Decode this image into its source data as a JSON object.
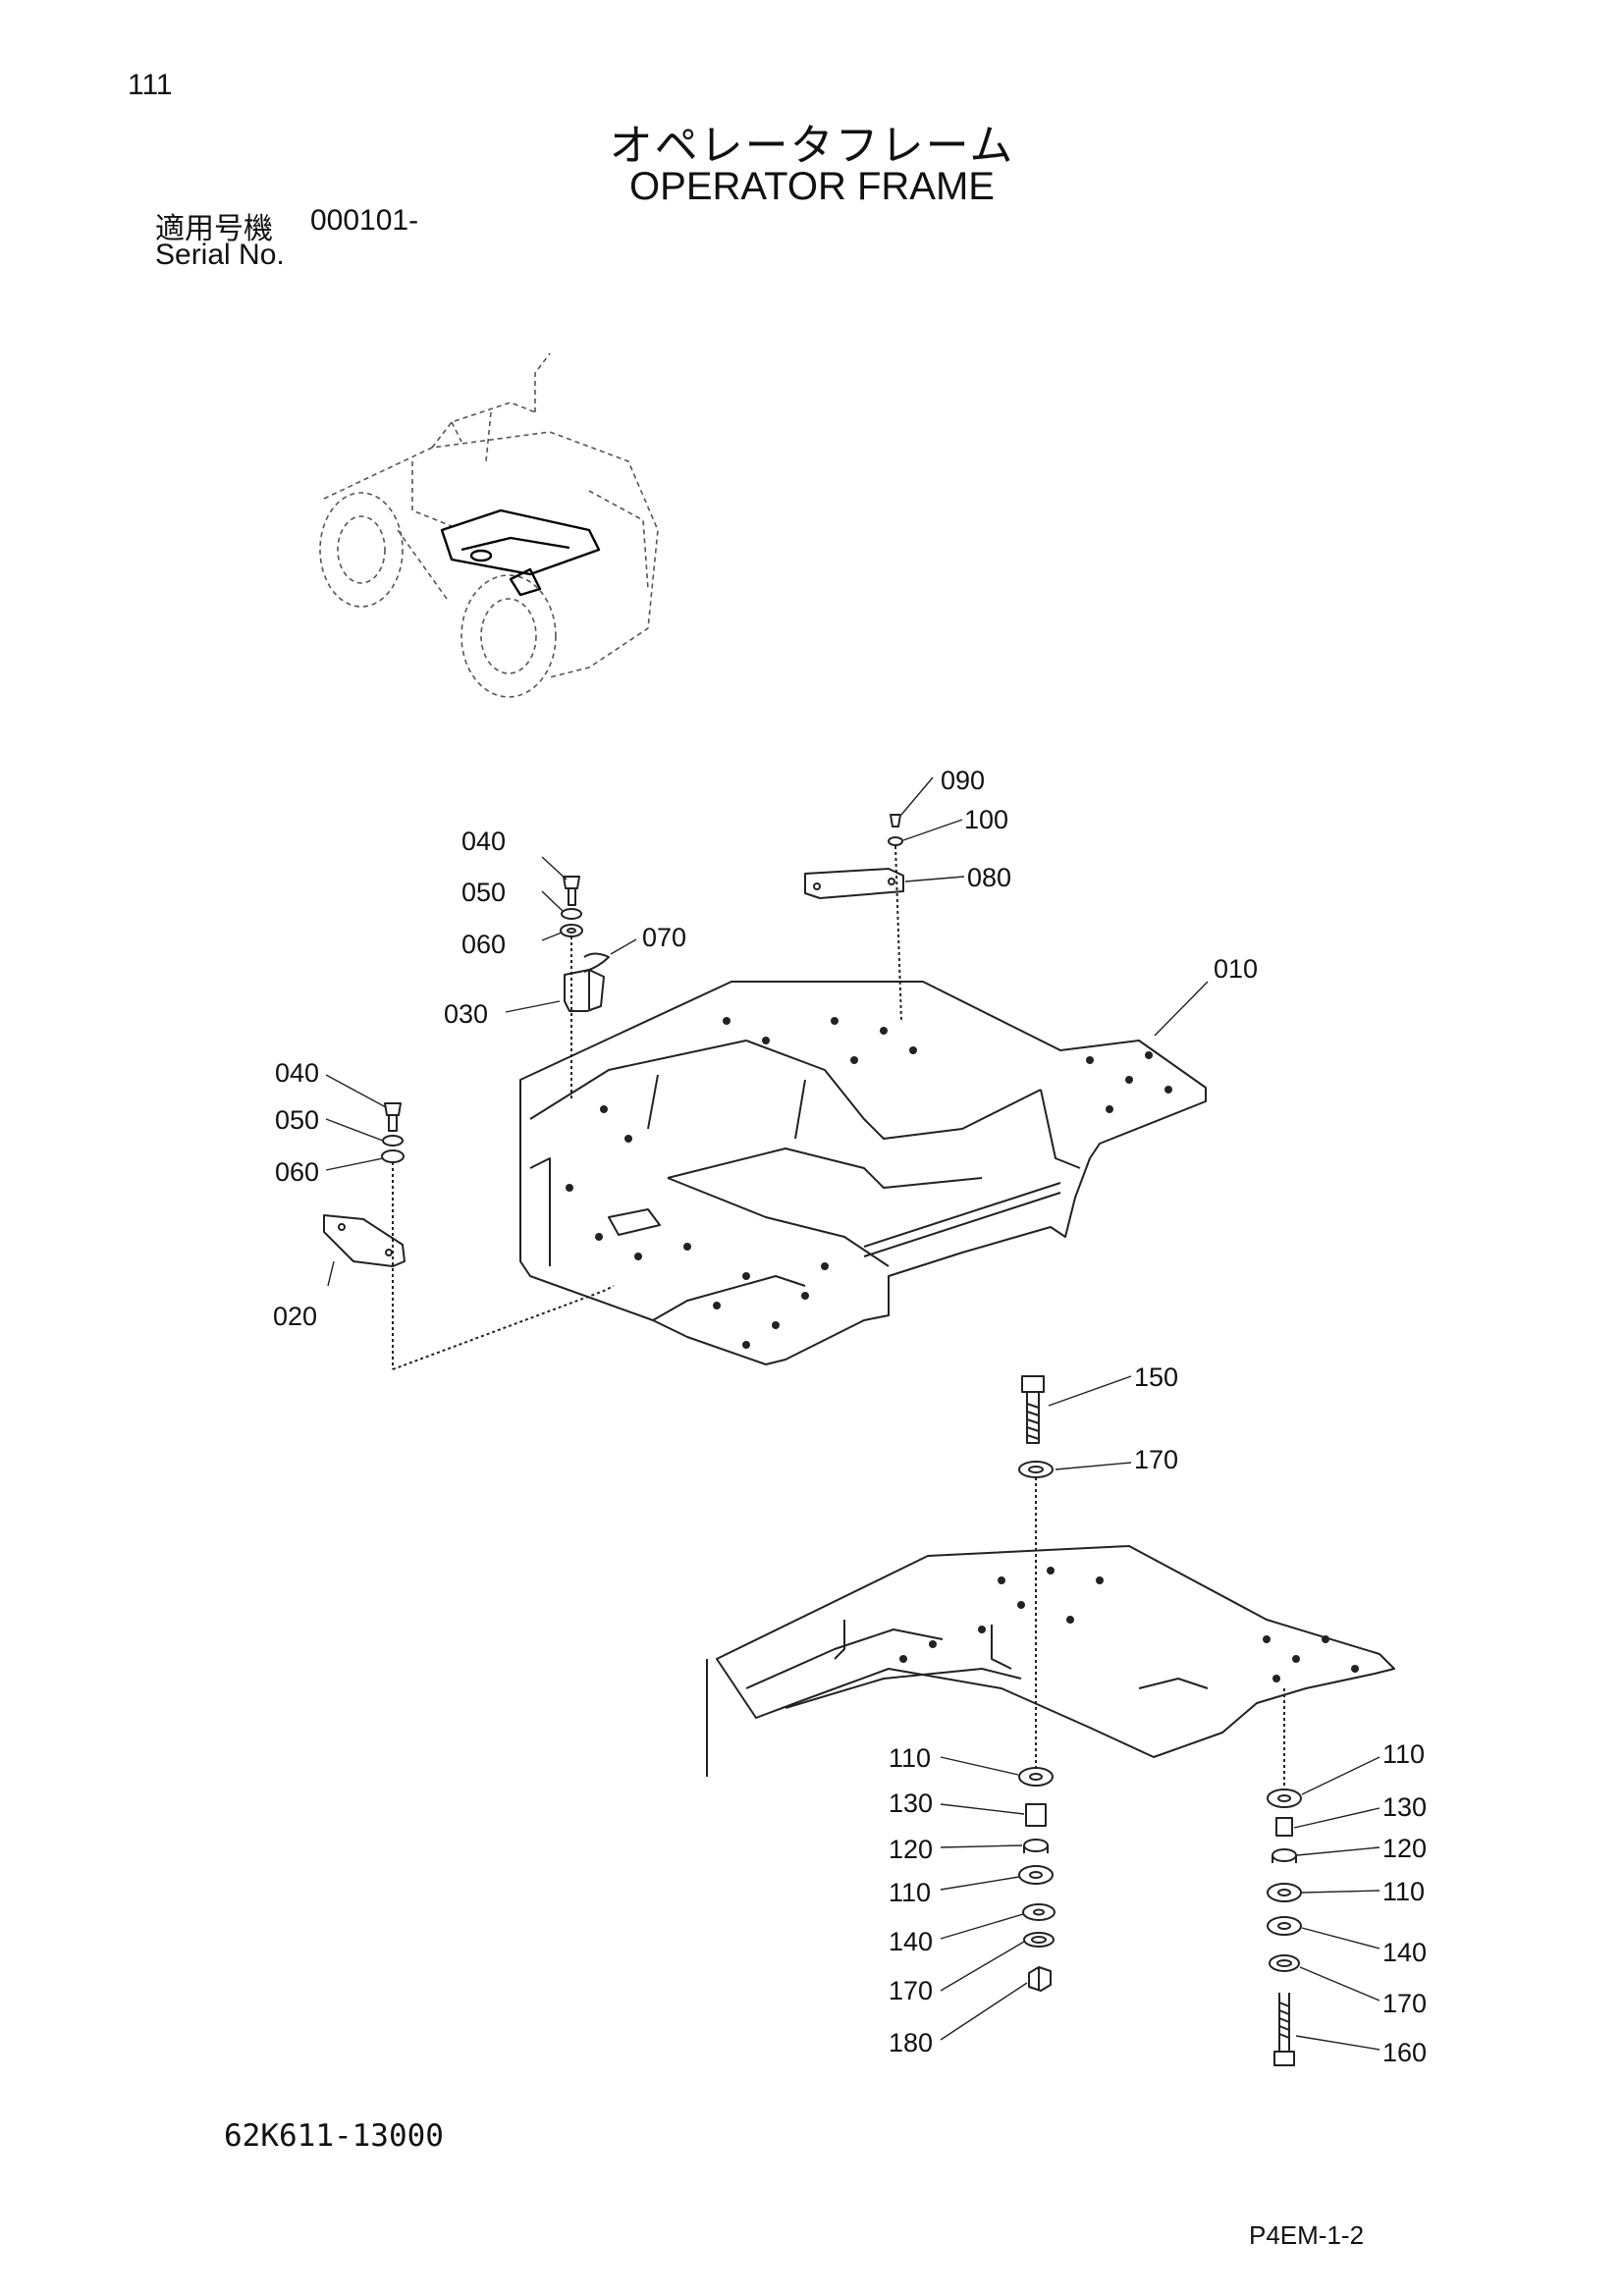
{
  "page": {
    "number": "111",
    "title_ja": "オペレータフレーム",
    "title_en": "OPERATOR FRAME",
    "serial_label_ja": "適用号機",
    "serial_value": "000101-",
    "serial_label_en": "Serial No.",
    "drawing_number": "62K611-13000",
    "page_code": "P4EM-1-2"
  },
  "callouts": {
    "c010": "010",
    "c020": "020",
    "c030": "030",
    "c040a": "040",
    "c050a": "050",
    "c060a": "060",
    "c040b": "040",
    "c050b": "050",
    "c060b": "060",
    "c070": "070",
    "c080": "080",
    "c090": "090",
    "c100": "100",
    "c150": "150",
    "c170a": "170",
    "c110a": "110",
    "c130a": "130",
    "c120a": "120",
    "c110b": "110",
    "c140a": "140",
    "c170b": "170",
    "c180": "180",
    "c110c": "110",
    "c130b": "130",
    "c120b": "120",
    "c110d": "110",
    "c140b": "140",
    "c170c": "170",
    "c160": "160"
  }
}
